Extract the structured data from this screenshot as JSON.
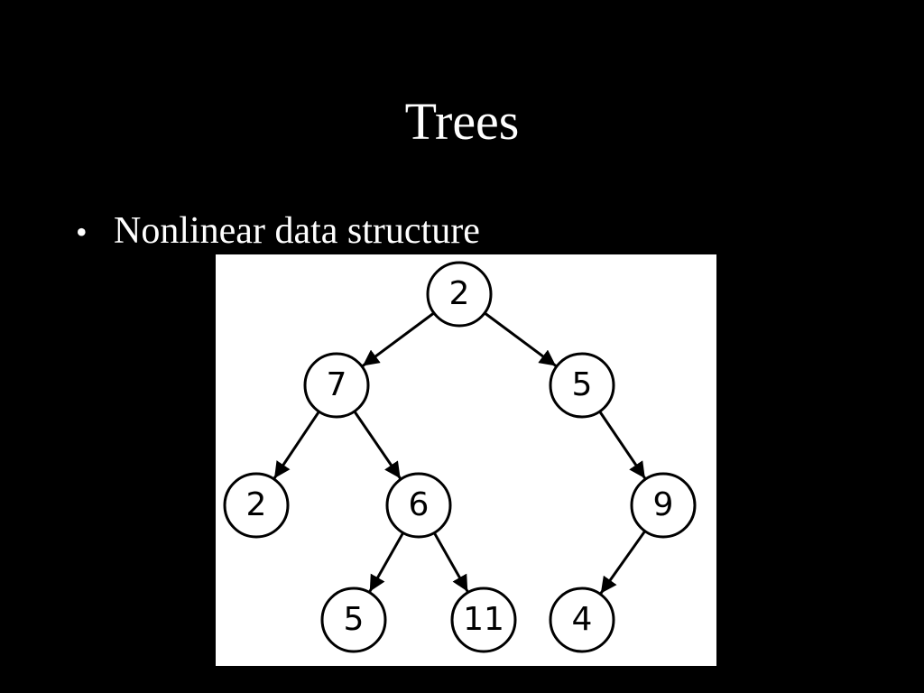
{
  "slide": {
    "title": "Trees",
    "bullets": [
      {
        "marker": "•",
        "text": "Nonlinear data structure"
      }
    ]
  },
  "tree": {
    "nodes": [
      {
        "id": "n-root",
        "label": "2"
      },
      {
        "id": "n-7",
        "label": "7"
      },
      {
        "id": "n-5a",
        "label": "5"
      },
      {
        "id": "n-2b",
        "label": "2"
      },
      {
        "id": "n-6",
        "label": "6"
      },
      {
        "id": "n-9",
        "label": "9"
      },
      {
        "id": "n-5b",
        "label": "5"
      },
      {
        "id": "n-11",
        "label": "11"
      },
      {
        "id": "n-4",
        "label": "4"
      }
    ],
    "edges": [
      [
        "n-root",
        "n-7"
      ],
      [
        "n-root",
        "n-5a"
      ],
      [
        "n-7",
        "n-2b"
      ],
      [
        "n-7",
        "n-6"
      ],
      [
        "n-5a",
        "n-9"
      ],
      [
        "n-6",
        "n-5b"
      ],
      [
        "n-6",
        "n-11"
      ],
      [
        "n-9",
        "n-4"
      ]
    ],
    "colors": {
      "background": "#ffffff",
      "stroke": "#000000"
    }
  }
}
